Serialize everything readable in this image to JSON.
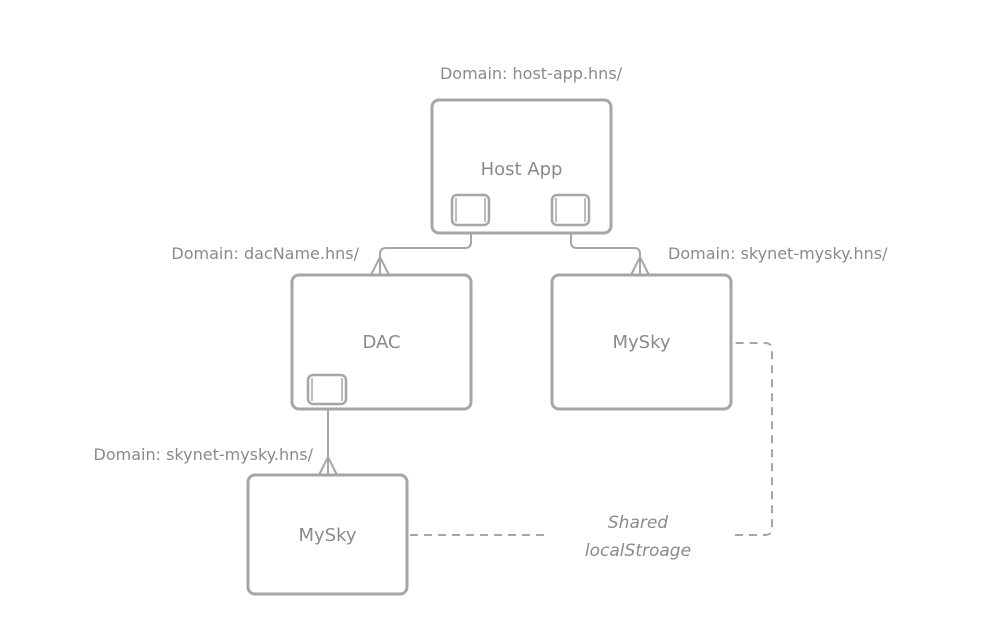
{
  "nodes": {
    "host_app": {
      "title": "Host App",
      "domain": "Domain: host-app.hns/"
    },
    "dac": {
      "title": "DAC",
      "domain": "Domain: dacName.hns/"
    },
    "mysky_right": {
      "title": "MySky",
      "domain": "Domain: skynet-mysky.hns/"
    },
    "mysky_bottom": {
      "title": "MySky",
      "domain": "Domain: skynet-mysky.hns/"
    }
  },
  "edges": [
    {
      "from": "host_app",
      "to": "dac",
      "style": "solid",
      "arrow": "crow-foot"
    },
    {
      "from": "host_app",
      "to": "mysky_right",
      "style": "solid",
      "arrow": "crow-foot"
    },
    {
      "from": "dac",
      "to": "mysky_bottom",
      "style": "solid",
      "arrow": "crow-foot"
    },
    {
      "from": "mysky_bottom",
      "to": "mysky_right",
      "style": "dashed",
      "label": [
        "Shared",
        "localStroage"
      ]
    }
  ],
  "shared_label": {
    "line1": "Shared",
    "line2": "localStroage"
  },
  "colors": {
    "stroke": "#a6a6a6",
    "text": "#8a8a8a",
    "background": "#ffffff"
  }
}
